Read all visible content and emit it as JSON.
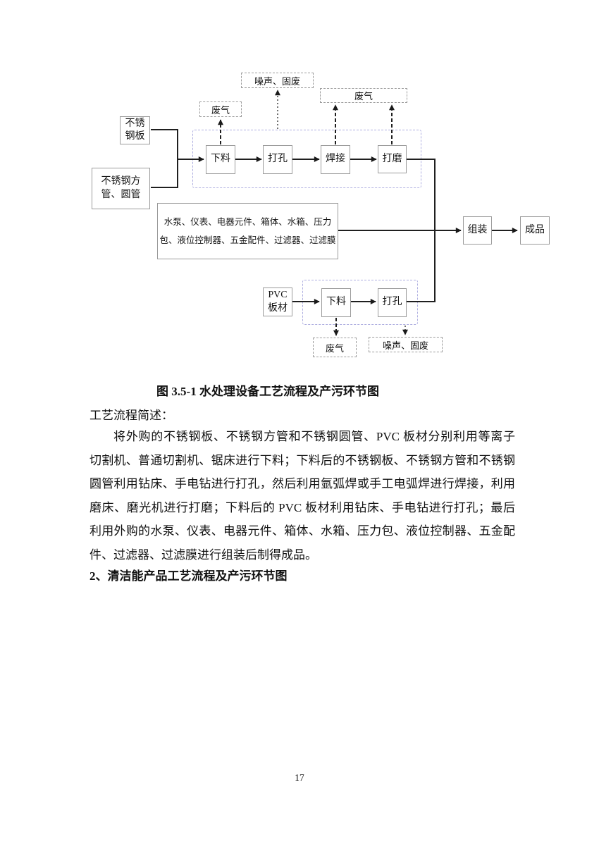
{
  "page": {
    "number": "17"
  },
  "figure": {
    "caption": "图 3.5-1  水处理设备工艺流程及产污环节图",
    "nodes": {
      "stainless_plate": "不锈钢板",
      "stainless_tubes": "不锈钢方管、圆管",
      "cutting1": "下料",
      "drilling1": "打孔",
      "welding": "焊接",
      "grinding": "打磨",
      "parts_line1": "水泵、仪表、电器元件、箱体、水箱、压力",
      "parts_line2": "包、液位控制器、五金配件、过滤器、过滤膜",
      "assembly": "组装",
      "finished_product": "成品",
      "pvc_sheet": "PVC板材",
      "cutting2": "下料",
      "drilling2": "打孔"
    },
    "emissions": {
      "noise_solid_waste_top": "噪声、固废",
      "waste_gas_top_left": "废气",
      "waste_gas_top_right": "废气",
      "waste_gas_bottom": "废气",
      "noise_solid_waste_bottom": "噪声、固废"
    }
  },
  "text": {
    "intro_label": "工艺流程简述：",
    "paragraph_lines": [
      "将外购的不锈钢板、不锈钢方管和不锈钢圆管、PVC 板材分别利用等离子",
      "切割机、普通切割机、锯床进行下料；下料后的不锈钢板、不锈钢方管和不锈钢",
      "圆管利用钻床、手电钻进行打孔，然后利用氩弧焊或手工电弧焊进行焊接，利用",
      "磨床、磨光机进行打磨；下料后的 PVC 板材利用钻床、手电钻进行打孔；最后",
      "利用外购的水泵、仪表、电器元件、箱体、水箱、压力包、液位控制器、五金配",
      "件、过滤器、过滤膜进行组装后制得成品。"
    ],
    "next_heading": "2、清洁能产品工艺流程及产污环节图"
  },
  "colors": {
    "flow_line": "#1f1f1f",
    "node_border": "#9b9b9b",
    "emission_border": "#9c9c9c",
    "zone_border": "#aeaee0"
  }
}
